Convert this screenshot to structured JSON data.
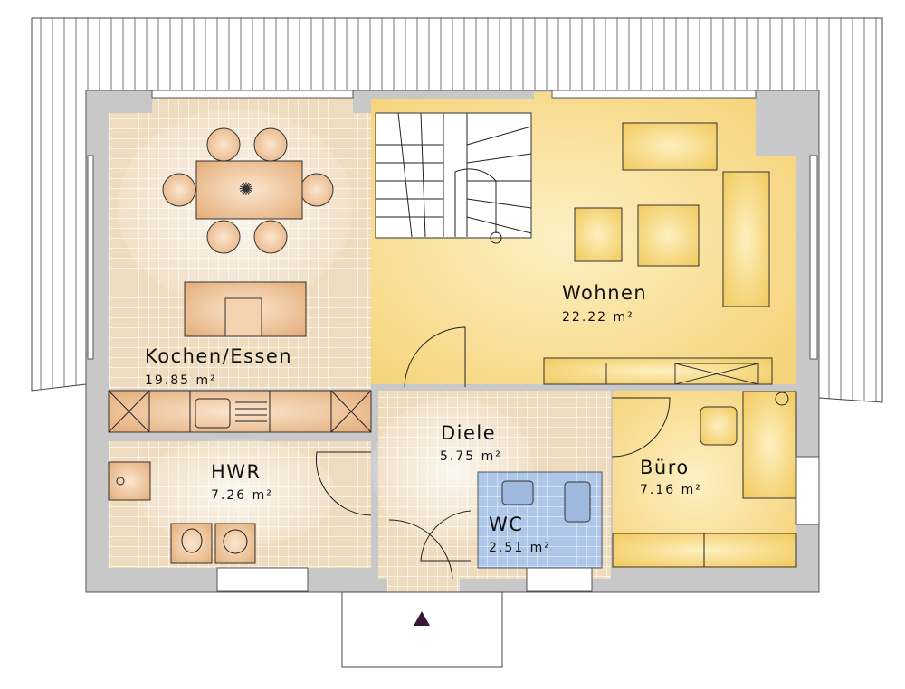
{
  "plan": {
    "rooms": {
      "kochen": {
        "name": "Kochen/Essen",
        "area": "19.85 m²"
      },
      "wohnen": {
        "name": "Wohnen",
        "area": "22.22 m²"
      },
      "diele": {
        "name": "Diele",
        "area": "5.75 m²"
      },
      "hwr": {
        "name": "HWR",
        "area": "7.26 m²"
      },
      "buero": {
        "name": "Büro",
        "area": "7.16 m²"
      },
      "wc": {
        "name": "WC",
        "area": "2.51 m²"
      }
    },
    "colors": {
      "wall": "#c8c8c8",
      "tile": "#f2e2c8",
      "living": "#f8d98a",
      "wc": "#b9cdea",
      "furniture": "#e9b886",
      "entrance_marker": "#3a1535"
    }
  }
}
